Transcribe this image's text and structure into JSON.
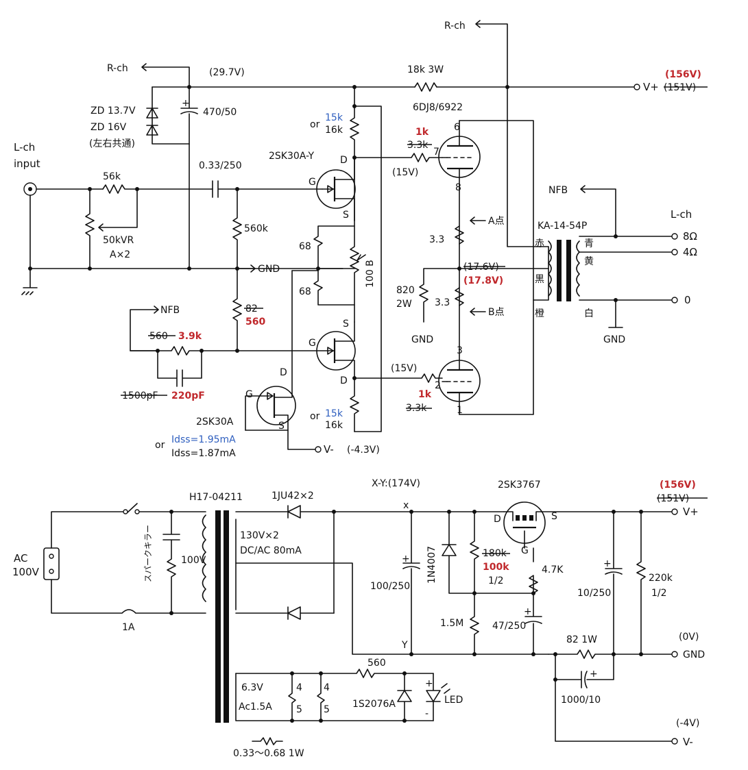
{
  "labels": {
    "rch_top": "R-ch",
    "rch_left": "R-ch",
    "v_29_7": "(29.7V)",
    "res_18k": "18k 3W",
    "v_156_new": "(156V)",
    "v_151_old": "(151V)",
    "vplus": "V+",
    "zd1": "ZD 13.7V",
    "zd2": "ZD 16V",
    "zd_note": "(左右共通)",
    "cap_470": "470/50",
    "lch_in_1": "L-ch",
    "lch_in_2": "input",
    "r_56k": "56k",
    "vr": "50kVR",
    "vr2": "A×2",
    "cap_033": "0.33/250",
    "r_560k": "560k",
    "gnd_mid": "GND",
    "fet1": "2SK30A-Y",
    "r_or1": "or",
    "r_15k_a": "15k",
    "r_16k_a": "16k",
    "d_top": "D",
    "g_top": "G",
    "s_top": "S",
    "r_68a": "68",
    "r_68b": "68",
    "vr100": "100 B",
    "r_82_old": "82",
    "r_560_new": "560",
    "nfb_left": "NFB",
    "r_560_old": "560",
    "r_3_9k": "3.9k",
    "cap_1500_old": "1500pF",
    "cap_220p": "220pF",
    "s_bot": "S",
    "g_bot": "G",
    "d_bot": "D",
    "fet3": "2SK30A",
    "fet3_g": "G",
    "fet3_d": "D",
    "fet3_s": "S",
    "idss_or": "or",
    "idss_new": "Idss=1.95mA",
    "idss_old": "Idss=1.87mA",
    "r_or2": "or",
    "r_15k_b": "15k",
    "r_16k_b": "16k",
    "vminus": "V-",
    "v_minus43": "(-4.3V)",
    "tube": "6DJ8/6922",
    "pin6": "6",
    "pin7": "7",
    "pin8": "8",
    "pin3": "3",
    "pin2": "2",
    "pin1": "1",
    "r_1k_top": "1k",
    "r_3_3k_top_old": "3.3k",
    "v15_top": "(15V)",
    "r_3_3a": "3.3",
    "pt_a": "A点",
    "v_17_6_old": "(17.6V)",
    "v_17_8_new": "(17.8V)",
    "r_820": "820",
    "r_820w": "2W",
    "r_3_3b": "3.3",
    "pt_b": "B点",
    "gnd_tube": "GND",
    "v15_bot": "(15V)",
    "r_1k_bot": "1k",
    "r_3_3k_bot_old": "3.3k",
    "nfb_out": "NFB",
    "ot": "KA-14-54P",
    "ot_red": "赤",
    "ot_black": "黒",
    "ot_orange": "橙",
    "ot_blue": "青",
    "ot_yellow": "黄",
    "ot_white": "白",
    "lch_out": "L-ch",
    "out_8": "8Ω",
    "out_4": "4Ω",
    "out_0": "0",
    "gnd_ot": "GND",
    "ps_ac1": "AC",
    "ps_ac2": "100V",
    "ps_fuse": "1A",
    "ps_spark": "スパークキラー",
    "ps_100v": "100V",
    "ps_trans": "H17-04211",
    "ps_diode": "1JU42×2",
    "ps_sec1": "130V×2",
    "ps_sec2": "DC/AC 80mA",
    "ps_xy": "X-Y:(174V)",
    "ps_x": "x",
    "ps_y": "Y",
    "ps_cap100": "100/250",
    "ps_1n4007": "1N4007",
    "ps_180k_old": "180k",
    "ps_100k_new": "100k",
    "ps_half1": "1/2",
    "ps_mosfet": "2SK3767",
    "ps_d": "D",
    "ps_g": "G",
    "ps_s": "S",
    "ps_4_7k": "4.7K",
    "ps_1_5m": "1.5M",
    "ps_cap47": "47/250",
    "ps_cap10": "10/250",
    "ps_220k": "220k",
    "ps_half2": "1/2",
    "ps_v156_new": "(156V)",
    "ps_v151_old": "(151V)",
    "ps_vplus": "V+",
    "ps_0v": "(0V)",
    "ps_gnd": "GND",
    "ps_82": "82 1W",
    "ps_cap1000": "1000/10",
    "ps_m4v": "(-4V)",
    "ps_vminus": "V-",
    "ps_560": "560",
    "ps_63v": "6.3V",
    "ps_ac15": "Ac1.5A",
    "ps_4a": "4",
    "ps_5a": "5",
    "ps_4b": "4",
    "ps_5b": "5",
    "ps_1s2076a": "1S2076A",
    "ps_led": "LED",
    "ps_plus": "+",
    "ps_minus": "-",
    "ps_res_small": "0.33～0.68 1W"
  }
}
